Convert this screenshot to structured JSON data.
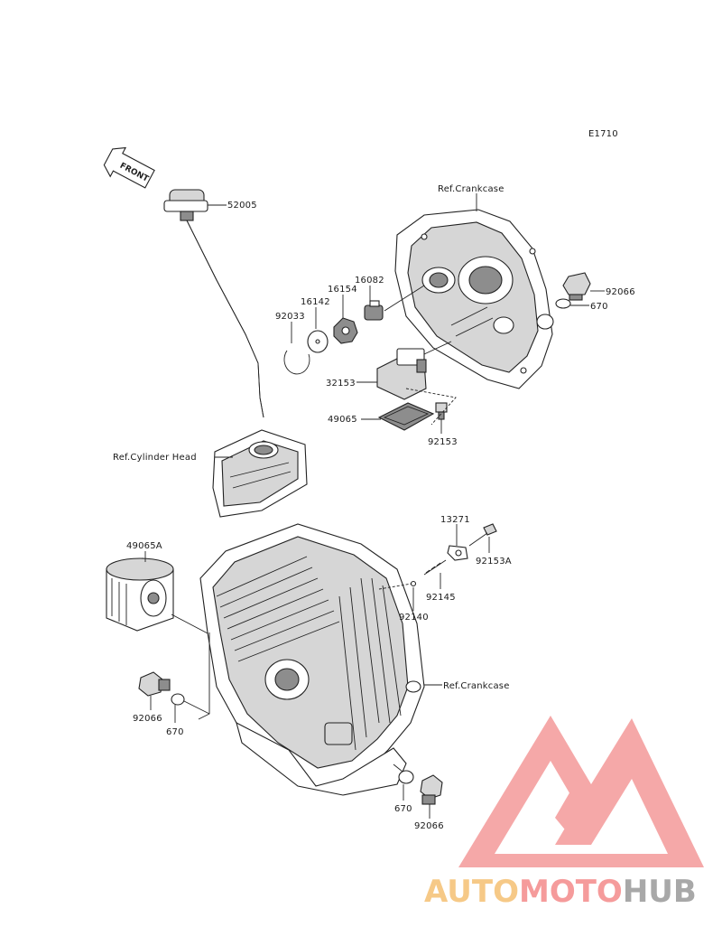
{
  "diagram_code": "E1710",
  "front_label": "FRONT",
  "refs": {
    "crankcase_top": "Ref.Crankcase",
    "cylinder_head": "Ref.Cylinder Head",
    "crankcase_bottom": "Ref.Crankcase"
  },
  "parts": {
    "p52005": "52005",
    "p92066_top": "92066",
    "p670_top": "670",
    "p16082": "16082",
    "p16154": "16154",
    "p16142": "16142",
    "p92033": "92033",
    "p32153": "32153",
    "p49065": "49065",
    "p92153": "92153",
    "p13271": "13271",
    "p92153A": "92153A",
    "p92145": "92145",
    "p92140": "92140",
    "p49065A": "49065A",
    "p92066_left": "92066",
    "p670_left": "670",
    "p670_bottom": "670",
    "p92066_bottom": "92066"
  },
  "watermark": {
    "part1": "AUTO",
    "part2": "MOTO",
    "part3": "HUB",
    "color1": "#f4b860",
    "color2": "#f27a7a",
    "color3": "#8c8c8c"
  }
}
